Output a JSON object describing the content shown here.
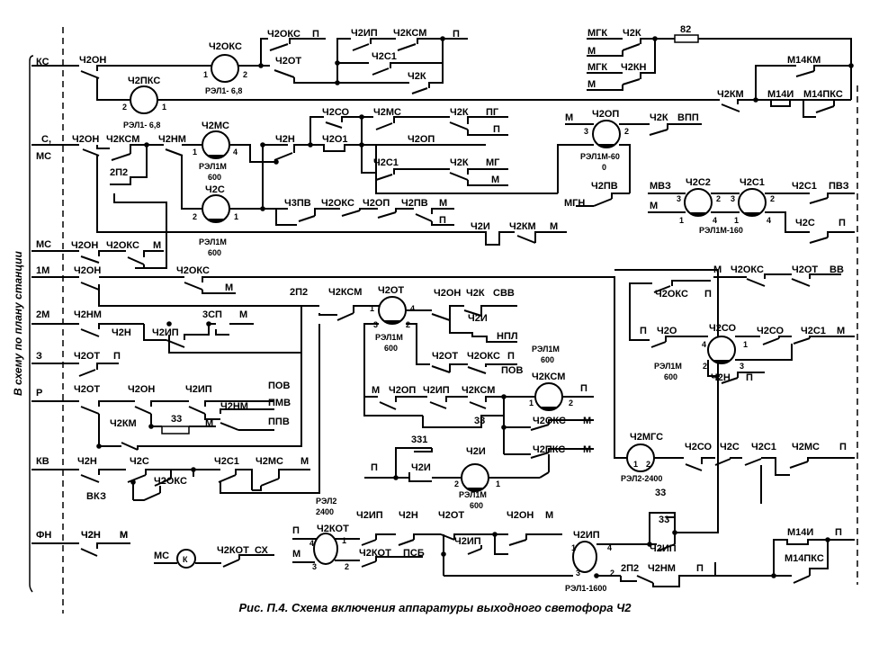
{
  "side_label": "В схему по плану станции",
  "caption": "Рис. П.4. Схема включения аппаратуры выходного светофора Ч2",
  "rails": [
    "КС",
    "С,",
    "МС",
    "МС",
    "1М",
    "2М",
    "З",
    "Р",
    "КВ",
    "ФН",
    "ВКЗ"
  ],
  "p_labels": [
    "ПОВ",
    "ПМВ",
    "ППВ",
    "33",
    "М",
    "Ч2НМ",
    "Ч2ОН",
    "Ч2ИП",
    "Ч2ОТ",
    "Ч2КМ",
    "3СП",
    "М",
    "Ч2Н",
    "Ч2ИП",
    "Ч2НМ",
    "Ч2ОТ",
    "П",
    "Ч2Н",
    "Ч2С",
    "Ч2ОКС",
    "Ч2С1",
    "Ч2МС",
    "М",
    "Ч2Н",
    "М"
  ],
  "labels": [
    "Ч2ОН",
    "Ч2ОКС",
    "1",
    "2",
    "РЭЛ1- 6,8",
    "Ч2ПКС",
    "2",
    "1",
    "РЭЛ1- 6,8",
    "Ч2ОКС",
    "П",
    "Ч2ОТ",
    "Ч2ИП",
    "Ч2КСМ",
    "П",
    "Ч2С1",
    "Ч2К",
    "МГК",
    "Ч2К",
    "М",
    "МГК",
    "Ч2КН",
    "М",
    "82",
    "М14КМ",
    "Ч2КМ",
    "М14И",
    "М14ПКС",
    "Ч2ОН",
    "Ч2КСМ",
    "Ч2НМ",
    "Ч2МС",
    "1",
    "4",
    "РЭЛ1М",
    "600",
    "2П2",
    "Ч2С",
    "2",
    "1",
    "РЭЛ1М",
    "600",
    "Ч2Н",
    "Ч2СО",
    "Ч2О1",
    "Ч2МС",
    "Ч2ОП",
    "Ч2К",
    "ПГ",
    "П",
    "Ч2С1",
    "Ч2К",
    "МГ",
    "М",
    "М",
    "Ч2ОП",
    "3",
    "2",
    "РЭЛ1М-60",
    "0",
    "Ч2К",
    "ВПП",
    "Ч2ПВ",
    "МГН",
    "Ч3ПВ",
    "Ч2ОКС",
    "Ч2ОП",
    "Ч2ПВ",
    "М",
    "П",
    "Ч2И",
    "Ч2КМ",
    "М",
    "МВЗ",
    "Ч2С2",
    "3",
    "2",
    "Ч2С1",
    "3",
    "2",
    "М",
    "1",
    "4",
    "1",
    "4",
    "РЭЛ1М-160",
    "Ч2С1",
    "ПВЗ",
    "Ч2С",
    "П",
    "Ч2ОН",
    "Ч2ОКС",
    "М",
    "Ч2ОН",
    "Ч2ОКС",
    "М",
    "2П2",
    "Ч2КСМ",
    "Ч2ОТ",
    "1",
    "4",
    "3",
    "2",
    "РЭЛ1М",
    "600",
    "Ч2ОН",
    "Ч2К",
    "СВВ",
    "Ч2И",
    "НПЛ",
    "Ч2ОТ",
    "Ч2ОКС",
    "П",
    "ПОВ",
    "РЭЛ1М",
    "600",
    "Ч2КСМ",
    "1",
    "2",
    "П",
    "М",
    "Ч2ОП",
    "Ч2ИП",
    "Ч2КСМ",
    "33",
    "Ч2ОКС",
    "М",
    "Ч2ПКС",
    "М",
    "331",
    "П",
    "Ч2И",
    "Ч2И",
    "2",
    "1",
    "РЭЛ1М",
    "600",
    "М",
    "Ч2ОКС",
    "Ч2ОТ",
    "ВВ",
    "Ч2ОКС",
    "П",
    "П",
    "Ч2О",
    "Ч2СО",
    "4",
    "1",
    "2",
    "3",
    "РЭЛ1М",
    "600",
    "Ч2Н",
    "П",
    "Ч2СО",
    "Ч2С1",
    "М",
    "Ч2СО",
    "Ч2С",
    "Ч2С1",
    "Ч2МС",
    "П",
    "Ч2МГС",
    "1",
    "2",
    "РЭЛ2-2400",
    "33",
    "Ч2Н",
    "М",
    "МС",
    "К",
    "Ч2КОТ",
    "СХ",
    "РЭЛ2",
    "2400",
    "П",
    "Ч2КОТ",
    "М",
    "4",
    "1",
    "3",
    "2",
    "Ч2ИП",
    "Ч2Н",
    "Ч2ОТ",
    "Ч2ОН",
    "М",
    "Ч2ИП",
    "Ч2КОТ",
    "ПСБ",
    "Ч2ИП",
    "1",
    "4",
    "3",
    "2",
    "РЭЛ1-1600",
    "33",
    "Ч2ИП",
    "2П2",
    "Ч2НМ",
    "П",
    "М14И",
    "П",
    "М14ПКС"
  ]
}
